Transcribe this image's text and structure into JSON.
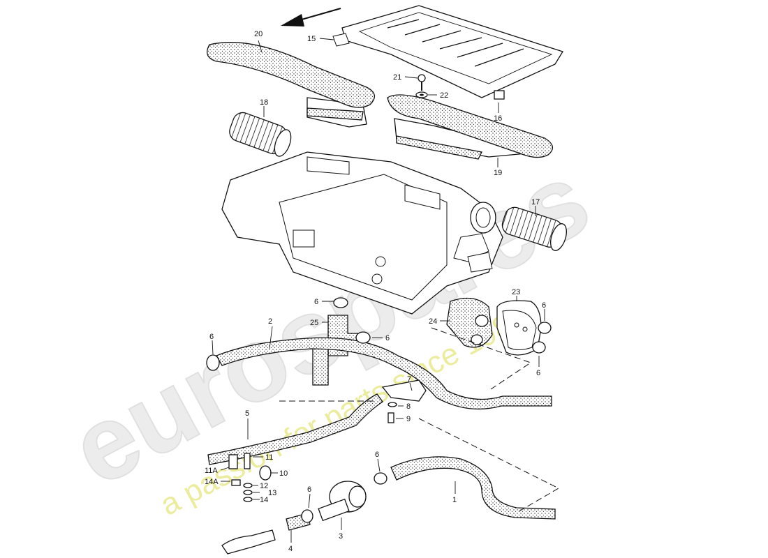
{
  "watermark": {
    "brand": "eurospares",
    "tagline": "a passion for parts since 1985",
    "brand_color": "#e8e8e8",
    "tagline_color": "#eaea9a"
  },
  "callouts": {
    "c1": "1",
    "c2": "2",
    "c3": "3",
    "c4": "4",
    "c5": "5",
    "c6a": "6",
    "c6b": "6",
    "c6c": "6",
    "c6d": "6",
    "c6e": "6",
    "c6f": "6",
    "c6g": "6",
    "c7": "7",
    "c8": "8",
    "c9": "9",
    "c10": "10",
    "c11": "11",
    "c11a": "11A",
    "c12": "12",
    "c13": "13",
    "c14": "14",
    "c14a": "14A",
    "c15": "15",
    "c16": "16",
    "c17": "17",
    "c18": "18",
    "c19": "19",
    "c20": "20",
    "c21": "21",
    "c22": "22",
    "c23": "23",
    "c24": "24",
    "c25": "25"
  },
  "icons": {
    "direction_arrow": "arrow-left-down-icon"
  }
}
